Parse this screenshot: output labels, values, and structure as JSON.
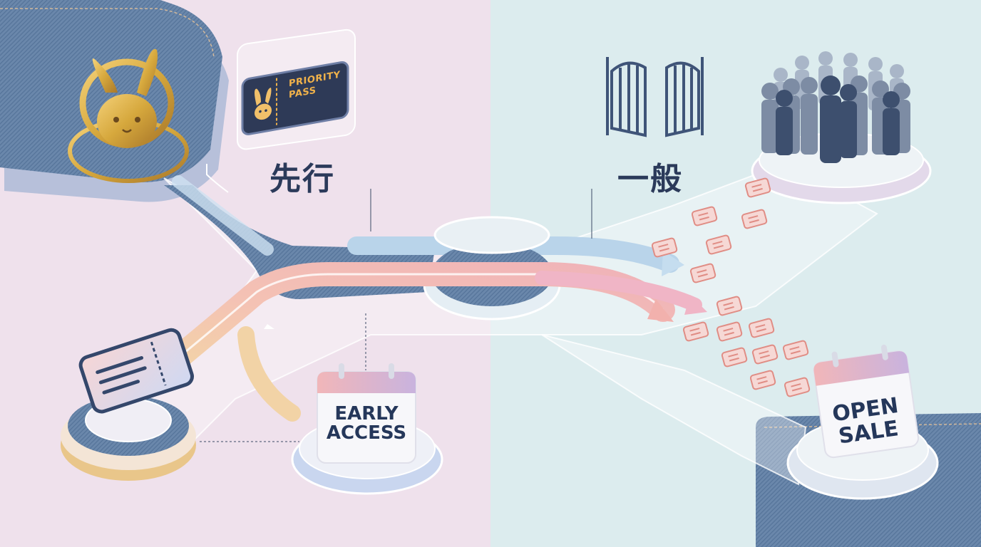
{
  "labels": {
    "left_title": "先行",
    "right_title": "一般"
  },
  "priority_pass": {
    "line1": "PRIORITY",
    "line2": "PASS"
  },
  "early_access": {
    "line1": "EARLY",
    "line2": "ACCESS"
  },
  "open_sale": {
    "line1": "OPEN",
    "line2": "SALE"
  },
  "colors": {
    "left_bg": "#efe1ec",
    "right_bg": "#dcecee",
    "denim": "#5f7fa6",
    "flow_pink": "#f3b7b2",
    "flow_yellow": "#f2d9a2",
    "flow_blue": "#b7d5e8",
    "gold": "#d6a83d",
    "text_navy": "#2b3a5a"
  }
}
